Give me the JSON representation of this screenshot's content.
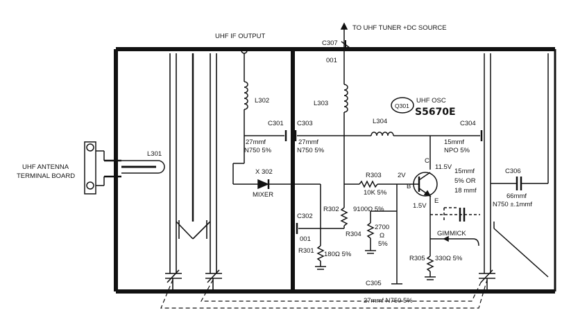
{
  "labels": {
    "uhf_if_output": "UHF IF OUTPUT",
    "to_uhf_tuner": "TO UHF TUNER +DC SOURCE",
    "c307": "C307",
    "c307_val": "001",
    "l302": "L302",
    "l303": "L303",
    "l304": "L304",
    "l301": "L301",
    "q301": "Q301",
    "uhf_osc": "UHF OSC",
    "q301_part": "S5670E",
    "c301": "C301",
    "c301_val1": "27mmf",
    "c301_val2": "N750 5%",
    "c303": "C303",
    "c303_val1": "27mmf",
    "c303_val2": "N750 5%",
    "c304": "C304",
    "c304_val1": "15mmf",
    "c304_val2": "NPO 5%",
    "antenna_1": "UHF ANTENNA",
    "antenna_2": "TERMINAL BOARD",
    "x302": "X 302",
    "mixer": "MIXER",
    "r303": "R303",
    "r303_val": "10K 5%",
    "v2": "2V",
    "v115": "11.5V",
    "v15": "1.5V",
    "pin_c": "C",
    "pin_b": "B",
    "pin_e": "E",
    "c_var1": "15mmf",
    "c_var2": "5% OR",
    "c_var3": "18 mmf",
    "c306": "C306",
    "c306_val1": "66mmf",
    "c306_val2": "N750 ±.1mmf",
    "c302": "C302",
    "c302_val": "001",
    "r302": "R302",
    "r302_val": "9100Ω 5%",
    "r304": "R304",
    "r304_val1": "2700",
    "r304_val2": "Ω",
    "r304_val3": "5%",
    "gimmick": "GIMMICK",
    "r301": "R301",
    "r301_val": "180Ω 5%",
    "r305": "R305",
    "r305_val": "330Ω 5%",
    "c305": "C305",
    "bottom_cap": "27mmf N750 5%"
  }
}
